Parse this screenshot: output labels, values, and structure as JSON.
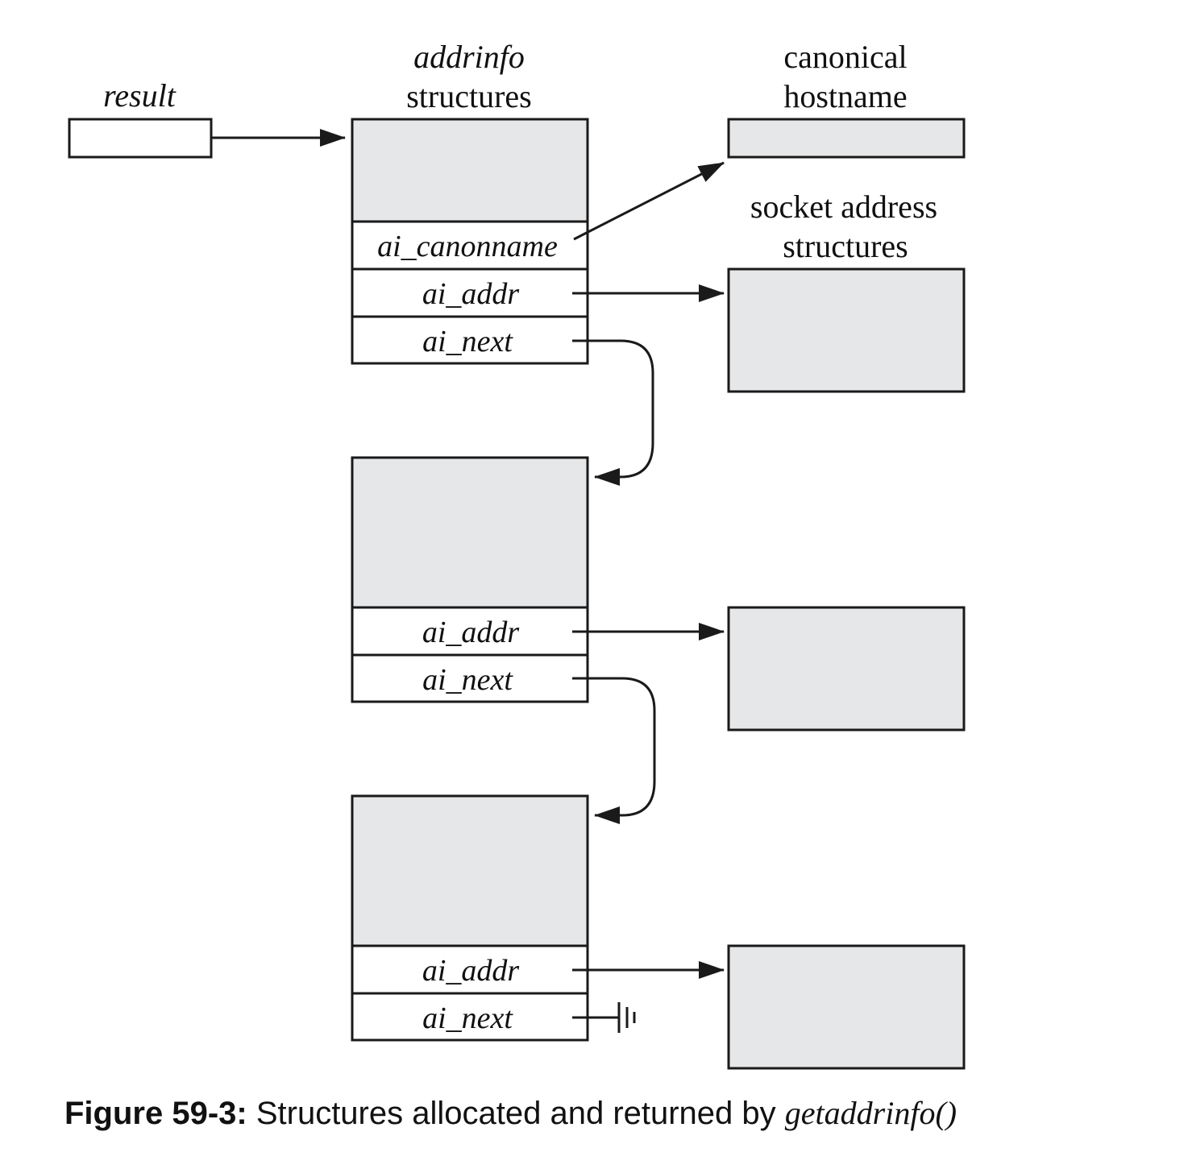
{
  "labels": {
    "result": "result",
    "addrinfo_line1": "addrinfo",
    "addrinfo_line2": "structures",
    "canonical_line1": "canonical",
    "canonical_line2": "hostname",
    "sockaddr_line1": "socket address",
    "sockaddr_line2": "structures"
  },
  "addrinfo_structures": [
    {
      "fields": [
        "ai_canonname",
        "ai_addr",
        "ai_next"
      ]
    },
    {
      "fields": [
        "ai_addr",
        "ai_next"
      ]
    },
    {
      "fields": [
        "ai_addr",
        "ai_next"
      ]
    }
  ],
  "caption": {
    "figure": "Figure 59-3:",
    "text": " Structures allocated and returned by ",
    "function": "getaddrinfo()"
  }
}
